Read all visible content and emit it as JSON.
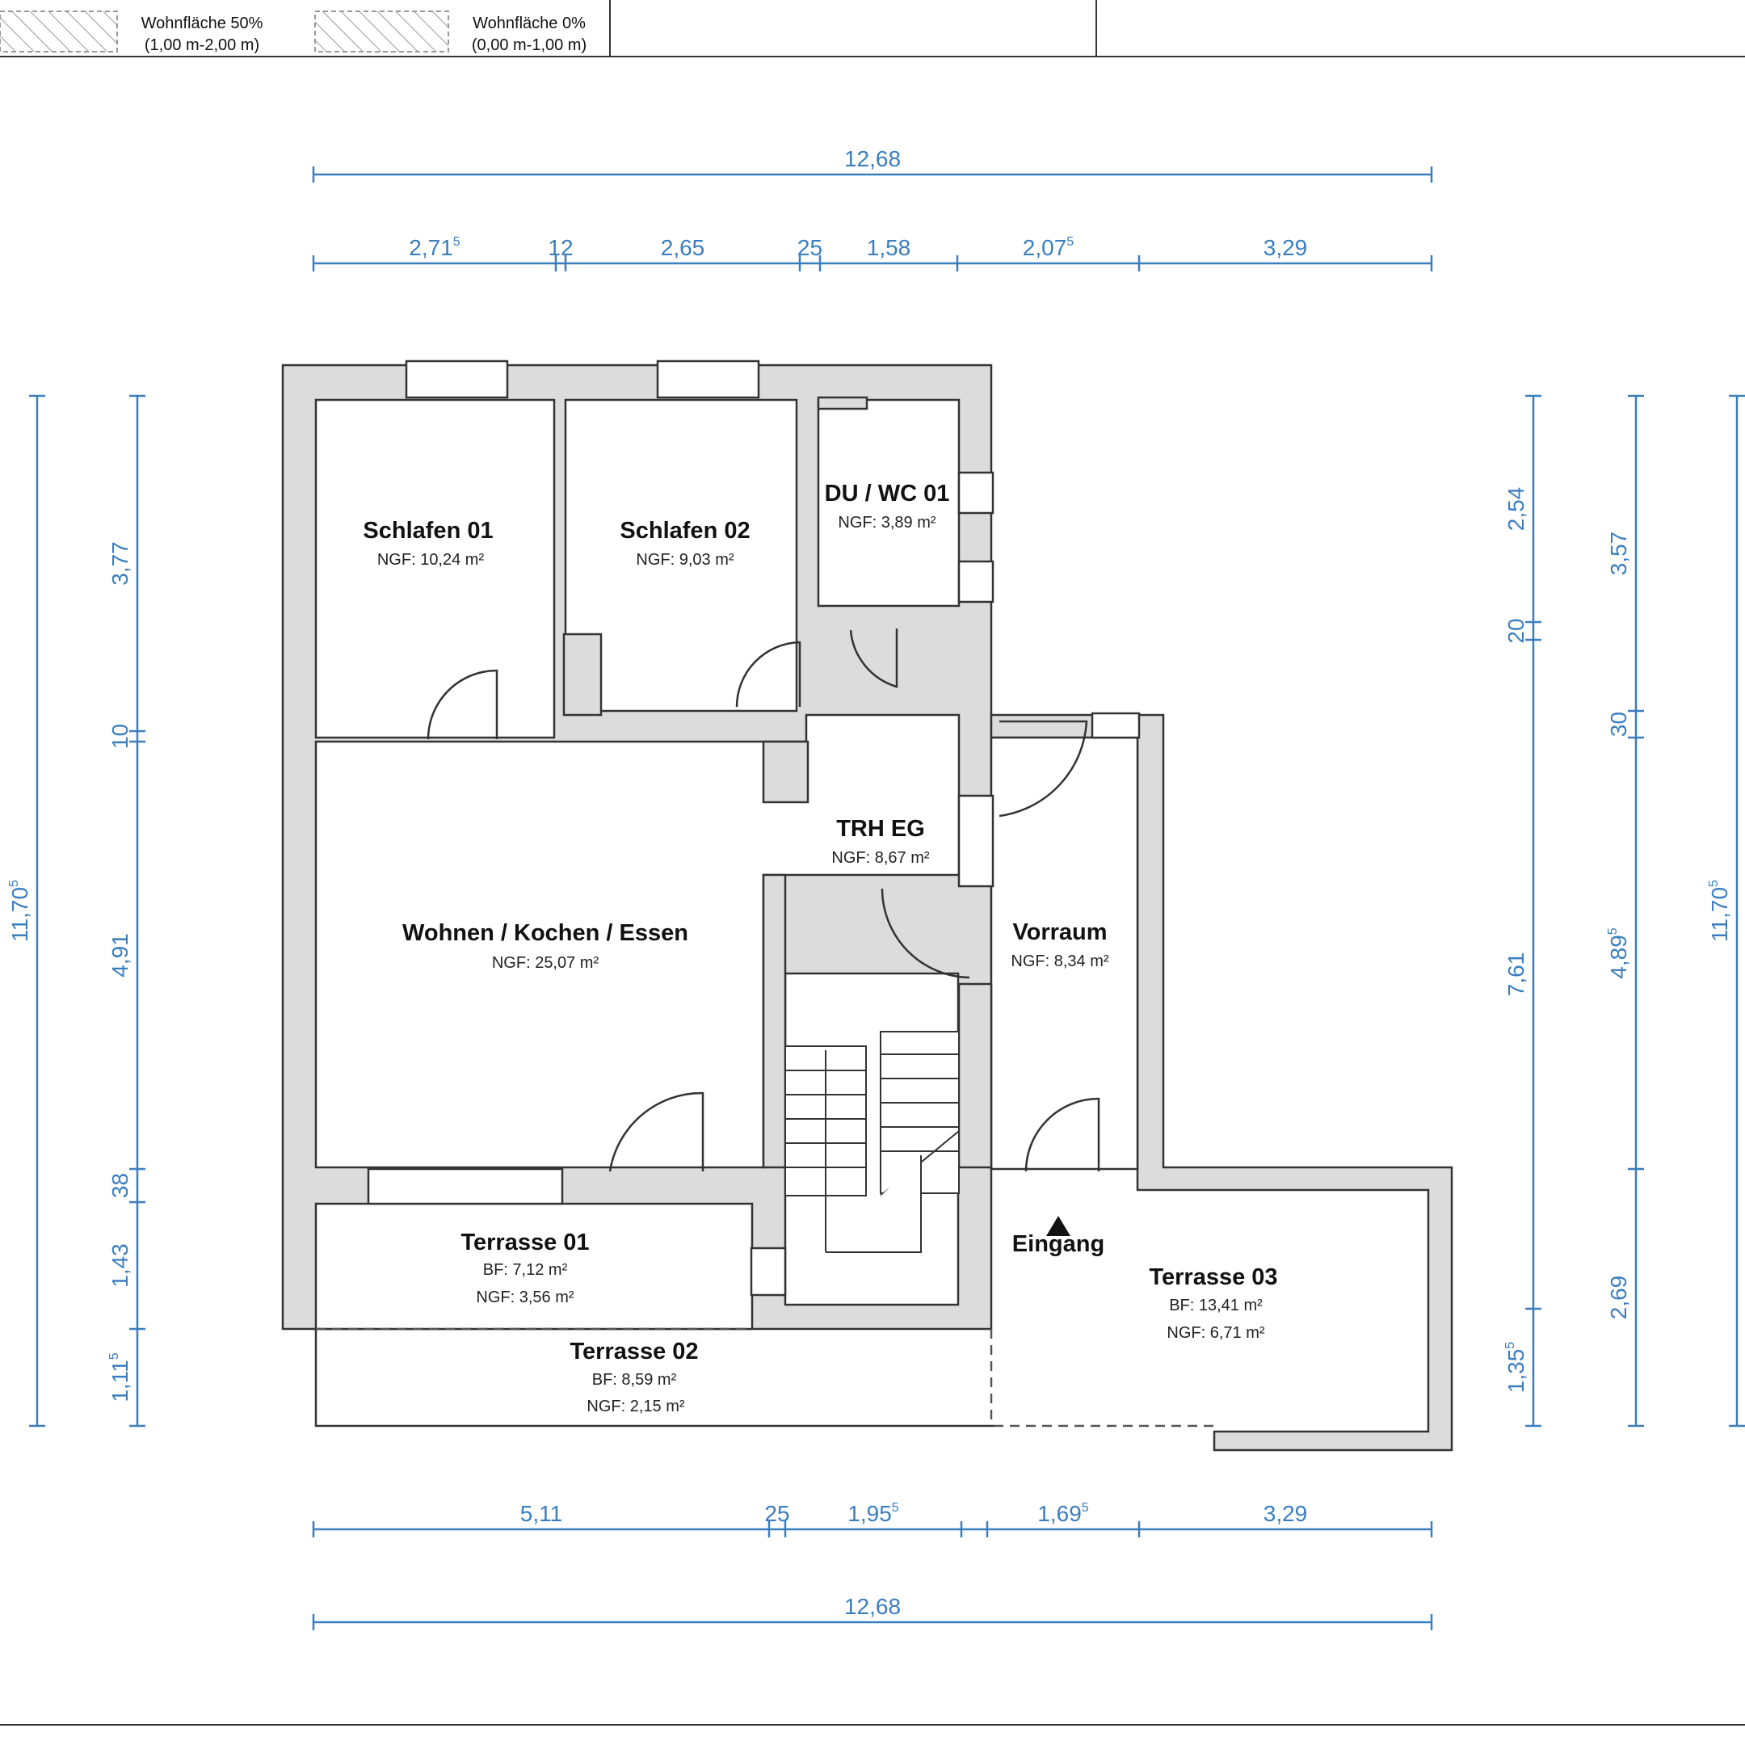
{
  "legend": {
    "item1_line1": "Wohnfläche 50%",
    "item1_line2": "(1,00 m-2,00 m)",
    "item2_line1": "Wohnfläche 0%",
    "item2_line2": "(0,00 m-1,00 m)"
  },
  "rooms": {
    "schlafen01": {
      "name": "Schlafen 01",
      "area": "NGF: 10,24 m²"
    },
    "schlafen02": {
      "name": "Schlafen 02",
      "area": "NGF: 9,03 m²"
    },
    "duwc01": {
      "name": "DU / WC 01",
      "area": "NGF: 3,89 m²"
    },
    "trheg": {
      "name": "TRH EG",
      "area": "NGF: 8,67 m²"
    },
    "wohnen": {
      "name": "Wohnen / Kochen / Essen",
      "area": "NGF: 25,07 m²"
    },
    "vorraum": {
      "name": "Vorraum",
      "area": "NGF: 8,34 m²"
    },
    "terrasse01": {
      "name": "Terrasse 01",
      "bf": "BF: 7,12 m²",
      "area": "NGF: 3,56 m²"
    },
    "terrasse02": {
      "name": "Terrasse 02",
      "bf": "BF: 8,59 m²",
      "area": "NGF: 2,15 m²"
    },
    "terrasse03": {
      "name": "Terrasse 03",
      "bf": "BF: 13,41 m²",
      "area": "NGF: 6,71 m²"
    },
    "eingang": {
      "name": "Eingang"
    }
  },
  "dimensions": {
    "top_total": "12,68",
    "top_segments": [
      {
        "main": "2,71",
        "sup": "5"
      },
      {
        "main": "12",
        "sup": ""
      },
      {
        "main": "2,65",
        "sup": ""
      },
      {
        "main": "25",
        "sup": ""
      },
      {
        "main": "1,58",
        "sup": ""
      },
      {
        "main": "2,07",
        "sup": "5"
      },
      {
        "main": "3,29",
        "sup": ""
      }
    ],
    "bottom_segments": [
      {
        "main": "5,11",
        "sup": ""
      },
      {
        "main": "25",
        "sup": ""
      },
      {
        "main": "1,95",
        "sup": "5"
      },
      {
        "main": "1,69",
        "sup": "5"
      },
      {
        "main": "3,29",
        "sup": ""
      }
    ],
    "bottom_total": "12,68",
    "left_total": {
      "main": "11,70",
      "sup": "5"
    },
    "left_segments": [
      {
        "main": "3,77",
        "sup": ""
      },
      {
        "main": "10",
        "sup": ""
      },
      {
        "main": "4,91",
        "sup": ""
      },
      {
        "main": "38",
        "sup": ""
      },
      {
        "main": "1,43",
        "sup": ""
      },
      {
        "main": "1,11",
        "sup": "5"
      }
    ],
    "right_inner_segments": [
      {
        "main": "2,54",
        "sup": ""
      },
      {
        "main": "20",
        "sup": ""
      },
      {
        "main": "7,61",
        "sup": ""
      },
      {
        "main": "1,35",
        "sup": "5"
      }
    ],
    "right_outer_segments": [
      {
        "main": "3,57",
        "sup": ""
      },
      {
        "main": "30",
        "sup": ""
      },
      {
        "main": "4,89",
        "sup": "5"
      },
      {
        "main": "2,69",
        "sup": ""
      }
    ],
    "right_total": {
      "main": "11,70",
      "sup": "5"
    }
  }
}
